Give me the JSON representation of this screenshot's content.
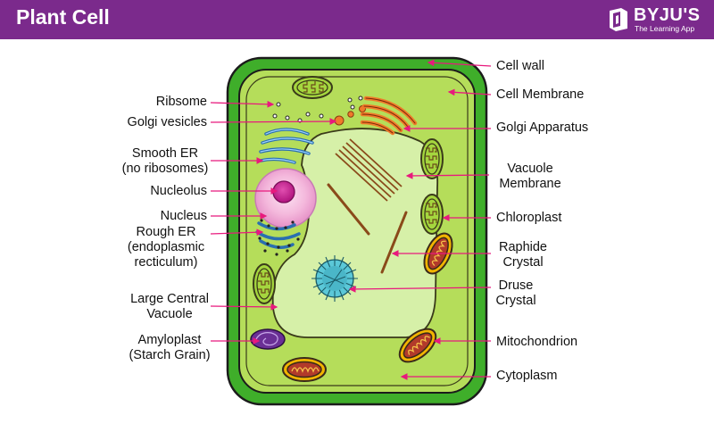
{
  "header": {
    "title": "Plant Cell",
    "brand": "BYJU'S",
    "tagline": "The Learning App"
  },
  "labels": {
    "cell_wall": "Cell wall",
    "cell_membrane": "Cell Membrane",
    "golgi_apparatus": "Golgi Apparatus",
    "vacuole_membrane": "Vacuole\nMembrane",
    "chloroplast": "Chloroplast",
    "raphide_crystal": "Raphide\nCrystal",
    "druse_crystal": "Druse\nCrystal",
    "mitochondrion": "Mitochondrion",
    "cytoplasm": "Cytoplasm",
    "ribosome": "Ribsome",
    "golgi_vesicles": "Golgi vesicles",
    "smooth_er": "Smooth ER\n(no ribosomes)",
    "nucleolus": "Nucleolus",
    "nucleus": "Nucleus",
    "rough_er": "Rough ER\n(endoplasmic\nrecticulum)",
    "large_central_vacuole": "Large Central\nVacuole",
    "amyloplast": "Amyloplast\n(Starch Grain)"
  },
  "colors": {
    "header_bg": "#7b2a8c",
    "cell_wall": "#3fae2a",
    "cytoplasm": "#b5dd5a",
    "membrane": "#8ec63f",
    "vacuole": "#d6f0a8",
    "leader": "#e8197d"
  }
}
